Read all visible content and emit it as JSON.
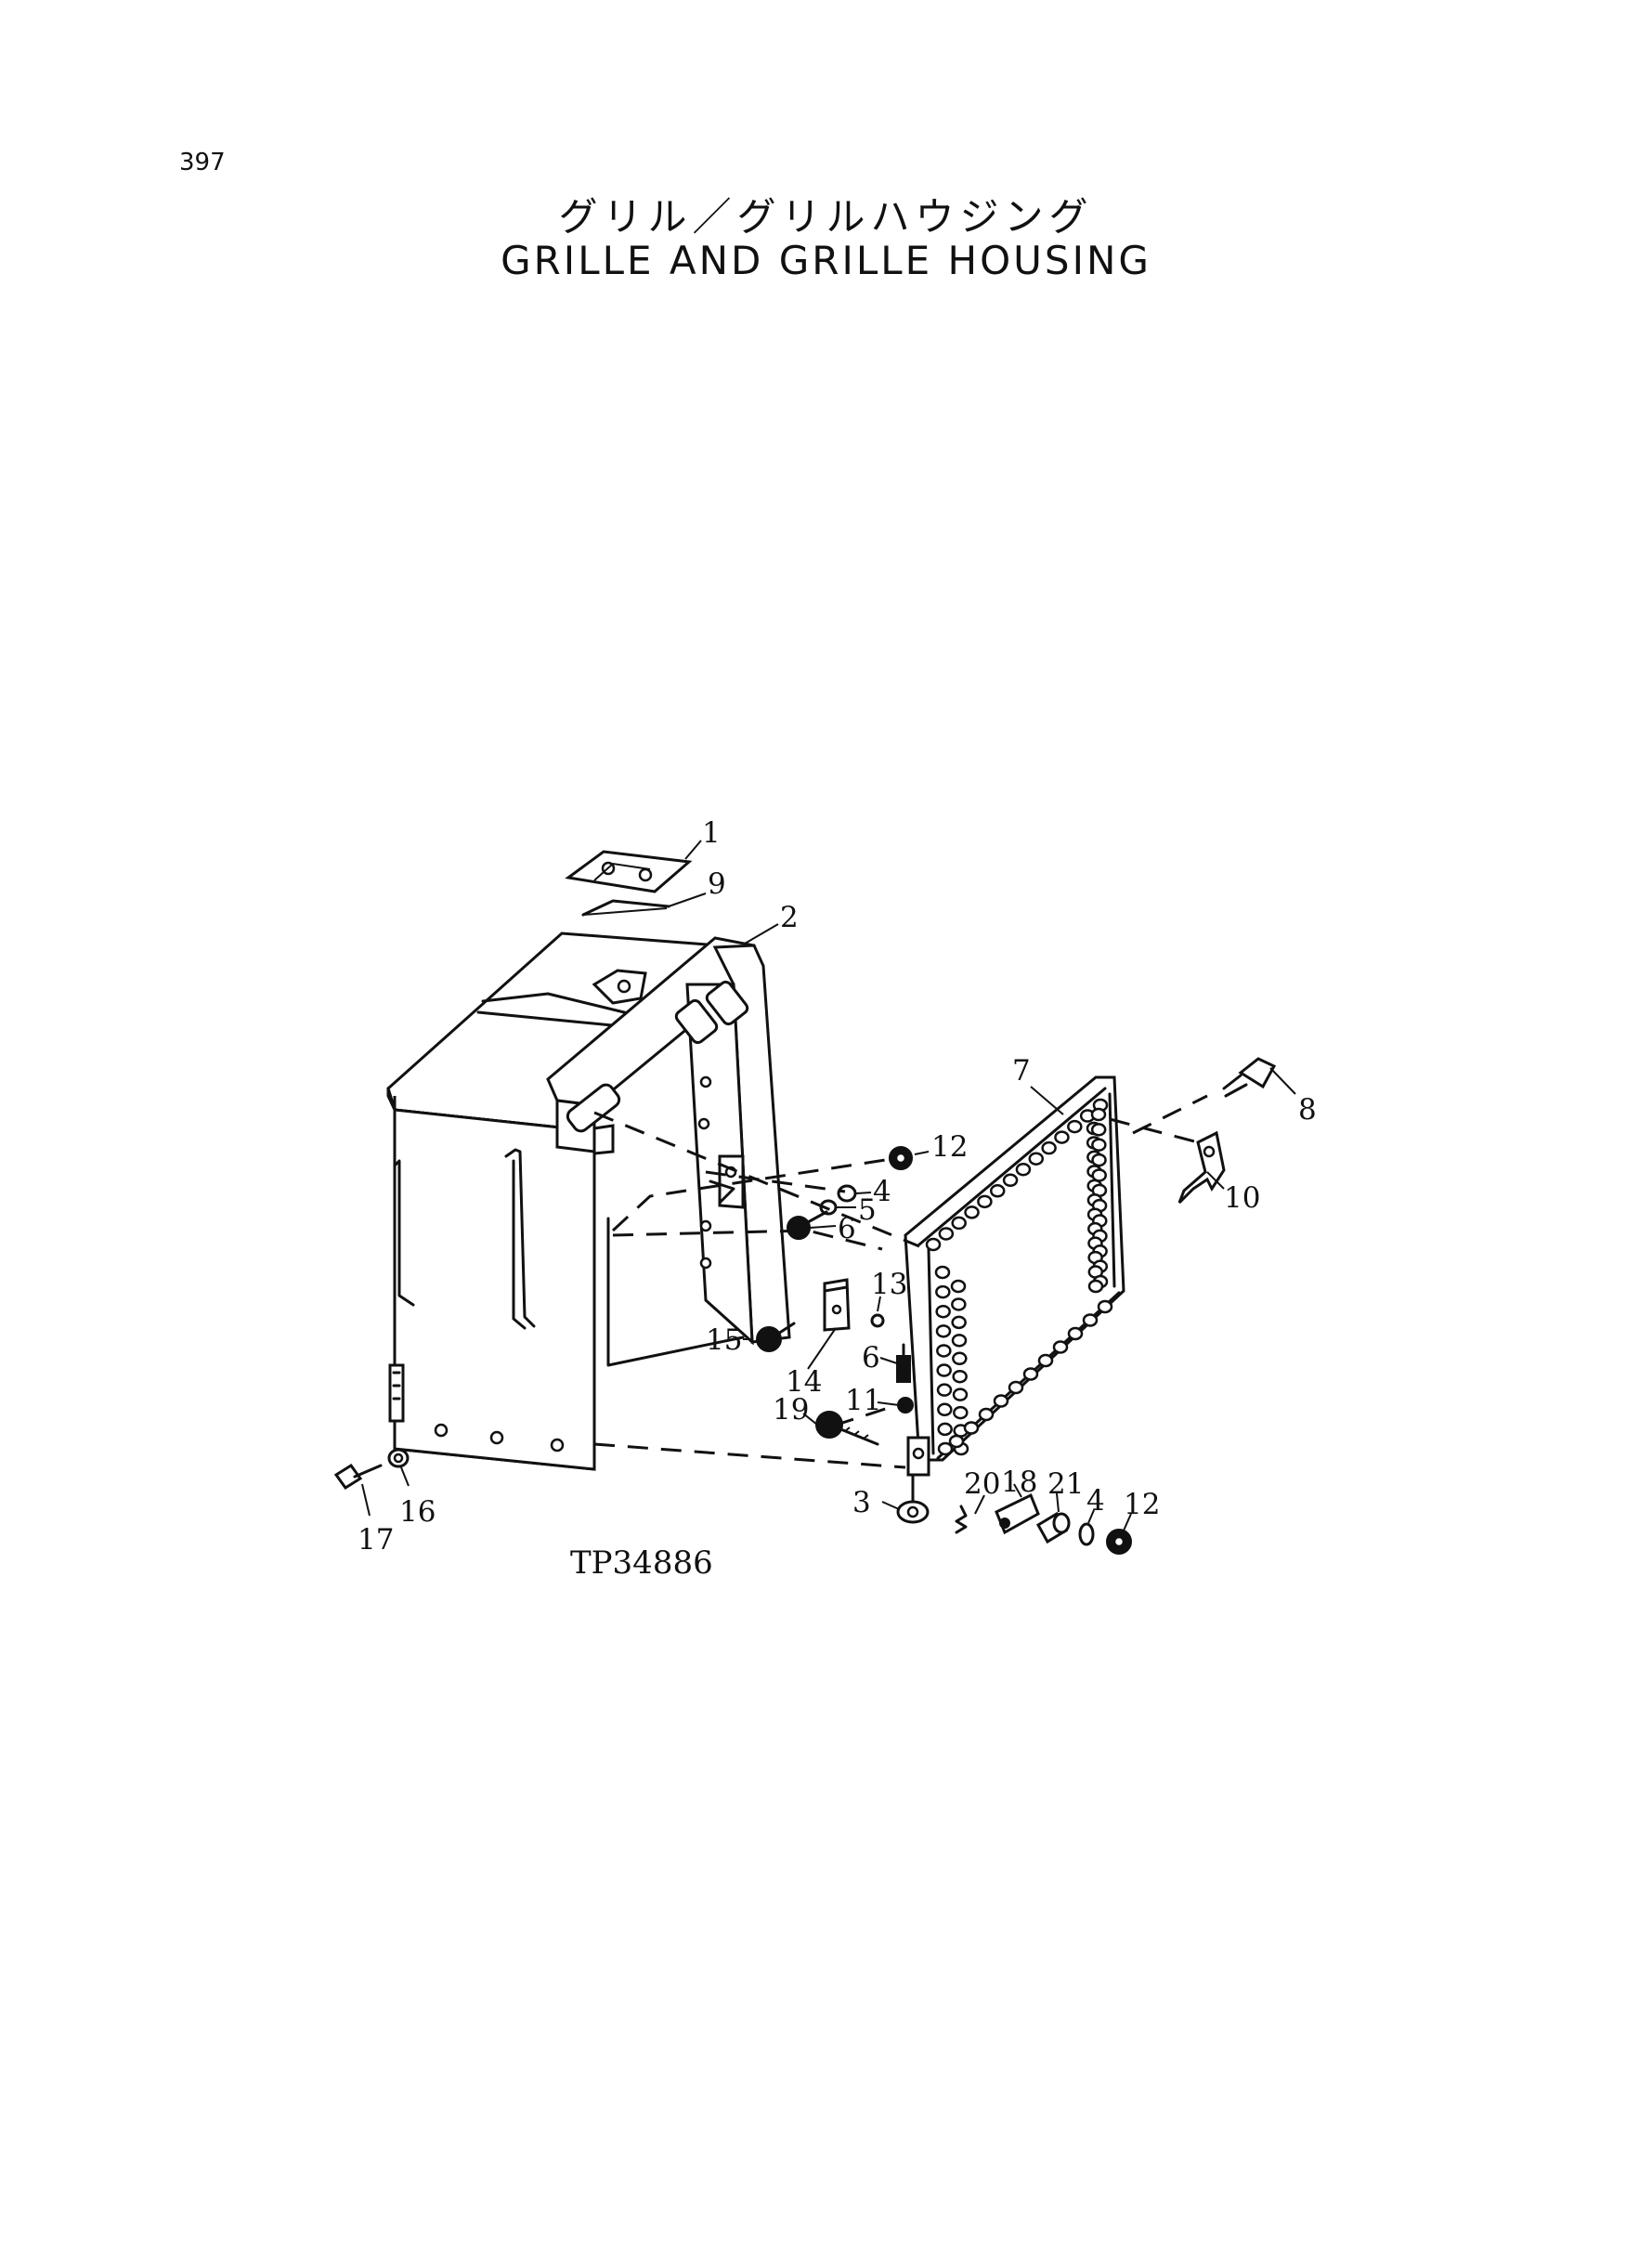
{
  "page": {
    "number": "397",
    "title_ja": "グリル／グリルハウジング",
    "title_en": "GRILLE AND GRILLE HOUSING"
  },
  "diagram": {
    "reference_code": "TP34886",
    "callouts": [
      {
        "id": "c1",
        "label": "1"
      },
      {
        "id": "c9",
        "label": "9"
      },
      {
        "id": "c2",
        "label": "2"
      },
      {
        "id": "c7",
        "label": "7"
      },
      {
        "id": "c8",
        "label": "8"
      },
      {
        "id": "c10",
        "label": "10"
      },
      {
        "id": "c12a",
        "label": "12"
      },
      {
        "id": "c4a",
        "label": "4"
      },
      {
        "id": "c5",
        "label": "5"
      },
      {
        "id": "c6a",
        "label": "6"
      },
      {
        "id": "c13",
        "label": "13"
      },
      {
        "id": "c15",
        "label": "15"
      },
      {
        "id": "c14",
        "label": "14"
      },
      {
        "id": "c6b",
        "label": "6"
      },
      {
        "id": "c11",
        "label": "11"
      },
      {
        "id": "c19",
        "label": "19"
      },
      {
        "id": "c20",
        "label": "20"
      },
      {
        "id": "c18",
        "label": "18"
      },
      {
        "id": "c21",
        "label": "21"
      },
      {
        "id": "c4b",
        "label": "4"
      },
      {
        "id": "c12b",
        "label": "12"
      },
      {
        "id": "c3",
        "label": "3"
      },
      {
        "id": "c17",
        "label": "17"
      },
      {
        "id": "c16",
        "label": "16"
      }
    ]
  }
}
